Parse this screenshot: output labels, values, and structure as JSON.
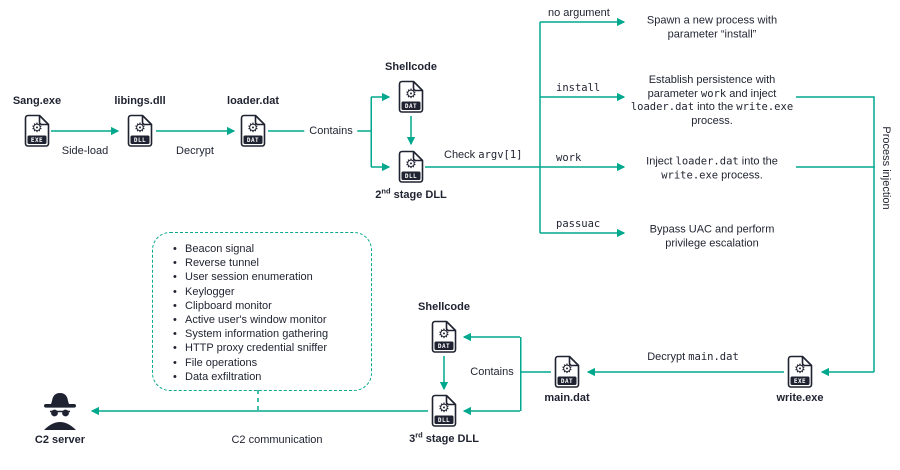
{
  "theme": {
    "accent": "#00a88e",
    "ink": "#1f2230",
    "background": "#ffffff"
  },
  "icons": {
    "gear": "⚙"
  },
  "nodes": {
    "sang": {
      "label": "Sang.exe",
      "badge": "EXE"
    },
    "libings": {
      "label": "libings.dll",
      "badge": "DLL"
    },
    "loader": {
      "label": "loader.dat",
      "badge": "DAT"
    },
    "shellcode_top": {
      "label": "Shellcode",
      "badge": "DAT"
    },
    "stage2": {
      "label_segments": [
        {
          "t": "2"
        },
        {
          "t": "nd",
          "sup": true
        },
        {
          "t": " stage DLL"
        }
      ],
      "badge": "DLL"
    },
    "write": {
      "label": "write.exe",
      "badge": "EXE"
    },
    "main": {
      "label": "main.dat",
      "badge": "DAT"
    },
    "shellcode_bottom": {
      "label": "Shellcode",
      "badge": "DAT"
    },
    "stage3": {
      "label_segments": [
        {
          "t": "3"
        },
        {
          "t": "rd",
          "sup": true
        },
        {
          "t": " stage DLL"
        }
      ],
      "badge": "DLL"
    },
    "c2": {
      "label": "C2 server"
    }
  },
  "edges": {
    "side_load": "Side-load",
    "decrypt": "Decrypt",
    "contains_top": "Contains",
    "check_argv_segments": [
      {
        "t": "Check "
      },
      {
        "t": "argv[1]",
        "mono": true
      }
    ],
    "no_argument": "no argument",
    "install": "install",
    "work": "work",
    "passuac": "passuac",
    "process_injection": "Process injection",
    "decrypt_main_segments": [
      {
        "t": "Decrypt "
      },
      {
        "t": "main.dat",
        "mono": true
      }
    ],
    "contains_bottom": "Contains",
    "c2_communication": "C2 communication"
  },
  "outcomes": {
    "no_argument_segments": [
      {
        "t": "Spawn a new process with parameter “install”"
      }
    ],
    "install_segments": [
      {
        "t": "Establish persistence with parameter "
      },
      {
        "t": "work",
        "mono": true
      },
      {
        "t": " and inject "
      },
      {
        "t": "loader.dat",
        "mono": true
      },
      {
        "t": " into the "
      },
      {
        "t": "write.exe",
        "mono": true
      },
      {
        "t": " process."
      }
    ],
    "work_segments": [
      {
        "t": "Inject "
      },
      {
        "t": "loader.dat",
        "mono": true
      },
      {
        "t": " into the "
      },
      {
        "t": "write.exe",
        "mono": true
      },
      {
        "t": " process."
      }
    ],
    "passuac_segments": [
      {
        "t": "Bypass UAC and perform privilege escalation"
      }
    ]
  },
  "capabilities": {
    "items": [
      "Beacon signal",
      "Reverse tunnel",
      "User session enumeration",
      "Keylogger",
      "Clipboard monitor",
      "Active user's window monitor",
      "System information gathering",
      "HTTP proxy credential sniffer",
      "File operations",
      "Data exfiltration"
    ]
  }
}
